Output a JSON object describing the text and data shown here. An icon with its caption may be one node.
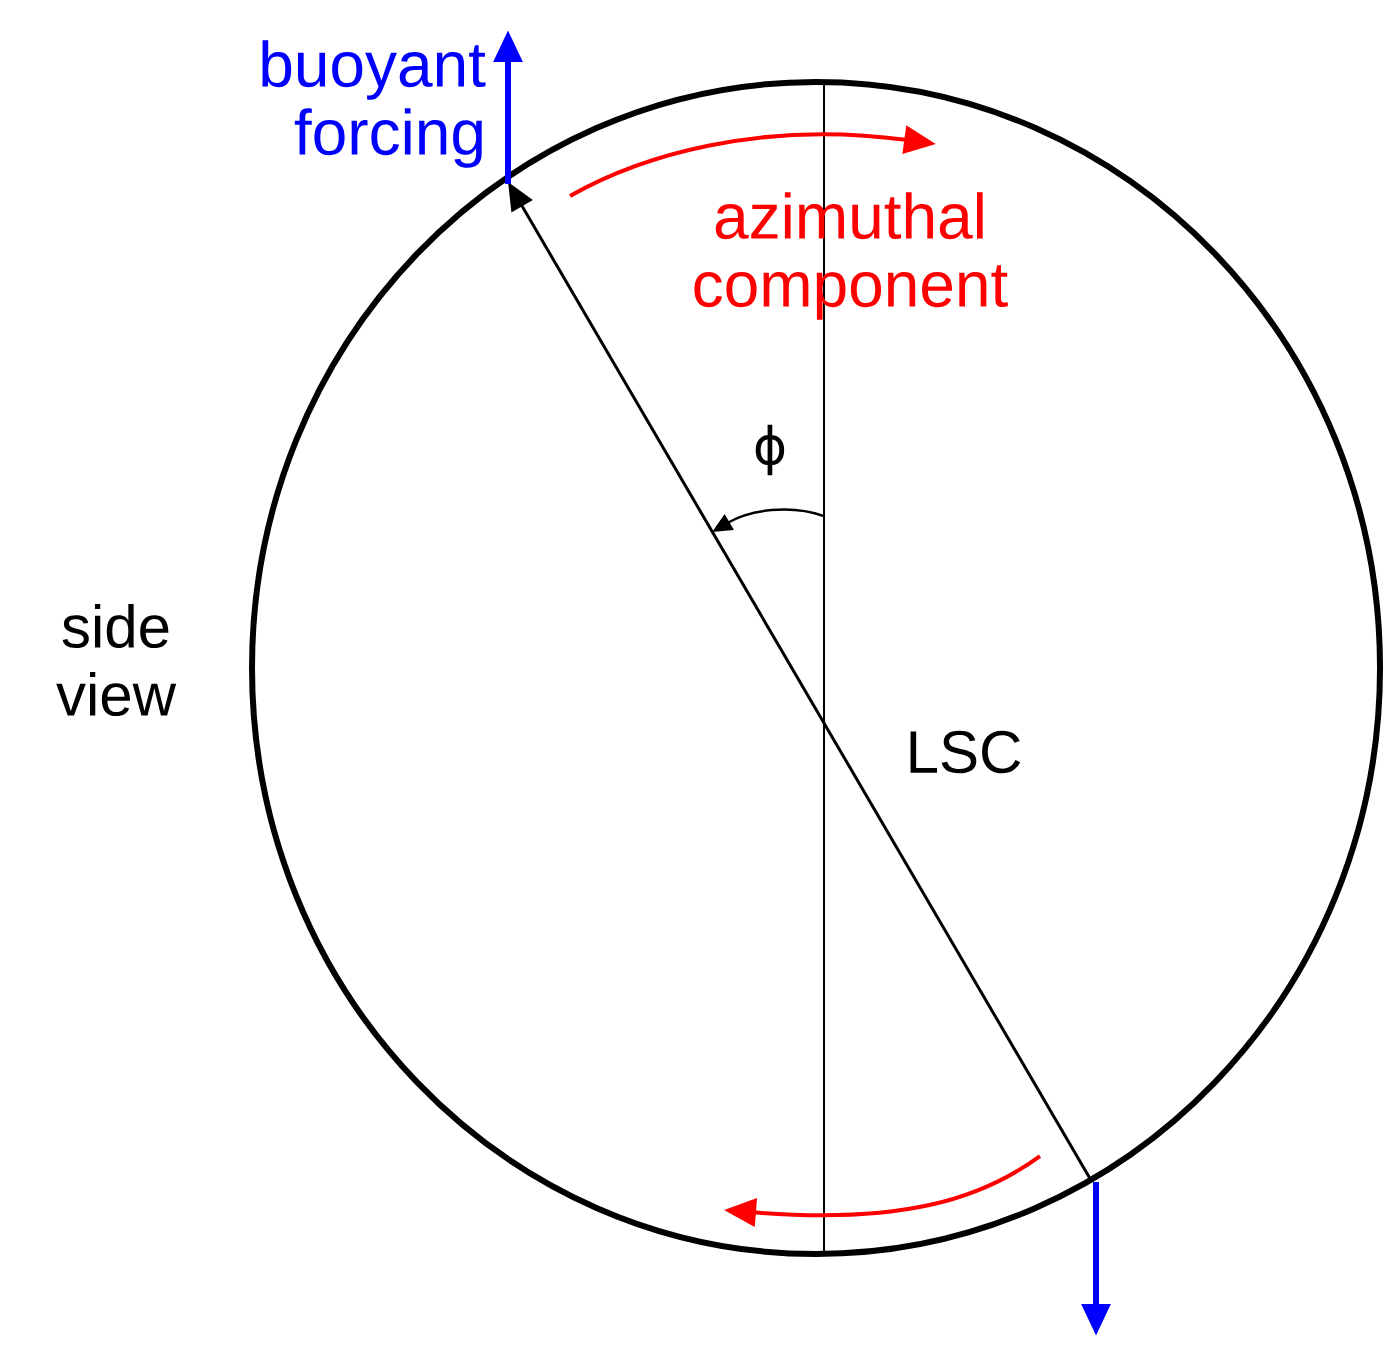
{
  "diagram": {
    "labels": [
      "buoyant forcing",
      "azimuthal component",
      "ϕ",
      "side view",
      "LSC"
    ]
  }
}
